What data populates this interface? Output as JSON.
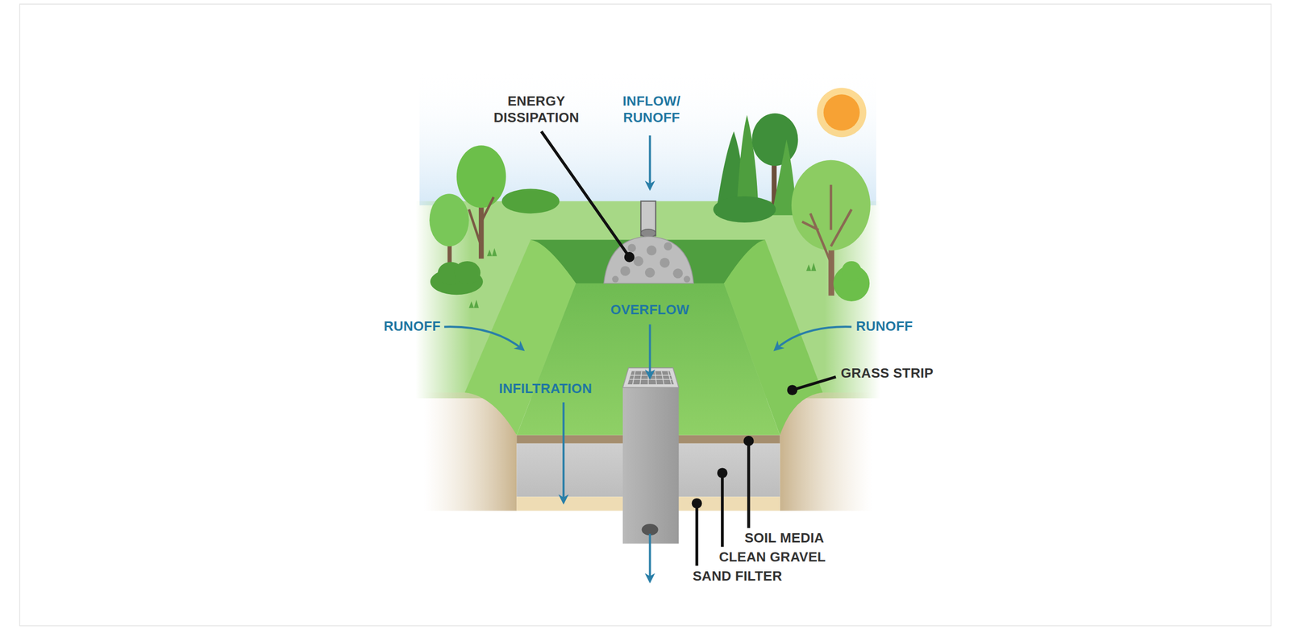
{
  "diagram": {
    "labels": [
      "ENERGY DISSIPATION",
      "INFLOW/ RUNOFF",
      "OVERFLOW",
      "RUNOFF",
      "RUNOFF",
      "INFILTRATION",
      "GRASS STRIP",
      "SOIL MEDIA",
      "CLEAN GRAVEL",
      "SAND FILTER"
    ]
  }
}
